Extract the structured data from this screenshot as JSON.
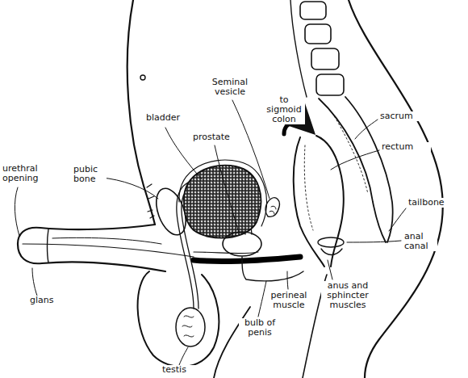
{
  "diagram": {
    "labels": [
      "urethral opening",
      "pubic bone",
      "bladder",
      "prostate",
      "Seminal vesicle",
      "to sigmoid colon",
      "sacrum",
      "rectum",
      "tailbone",
      "anal canal",
      "anus and sphincter muscles",
      "perineal muscle",
      "bulb of penis",
      "glans",
      "testis"
    ]
  }
}
